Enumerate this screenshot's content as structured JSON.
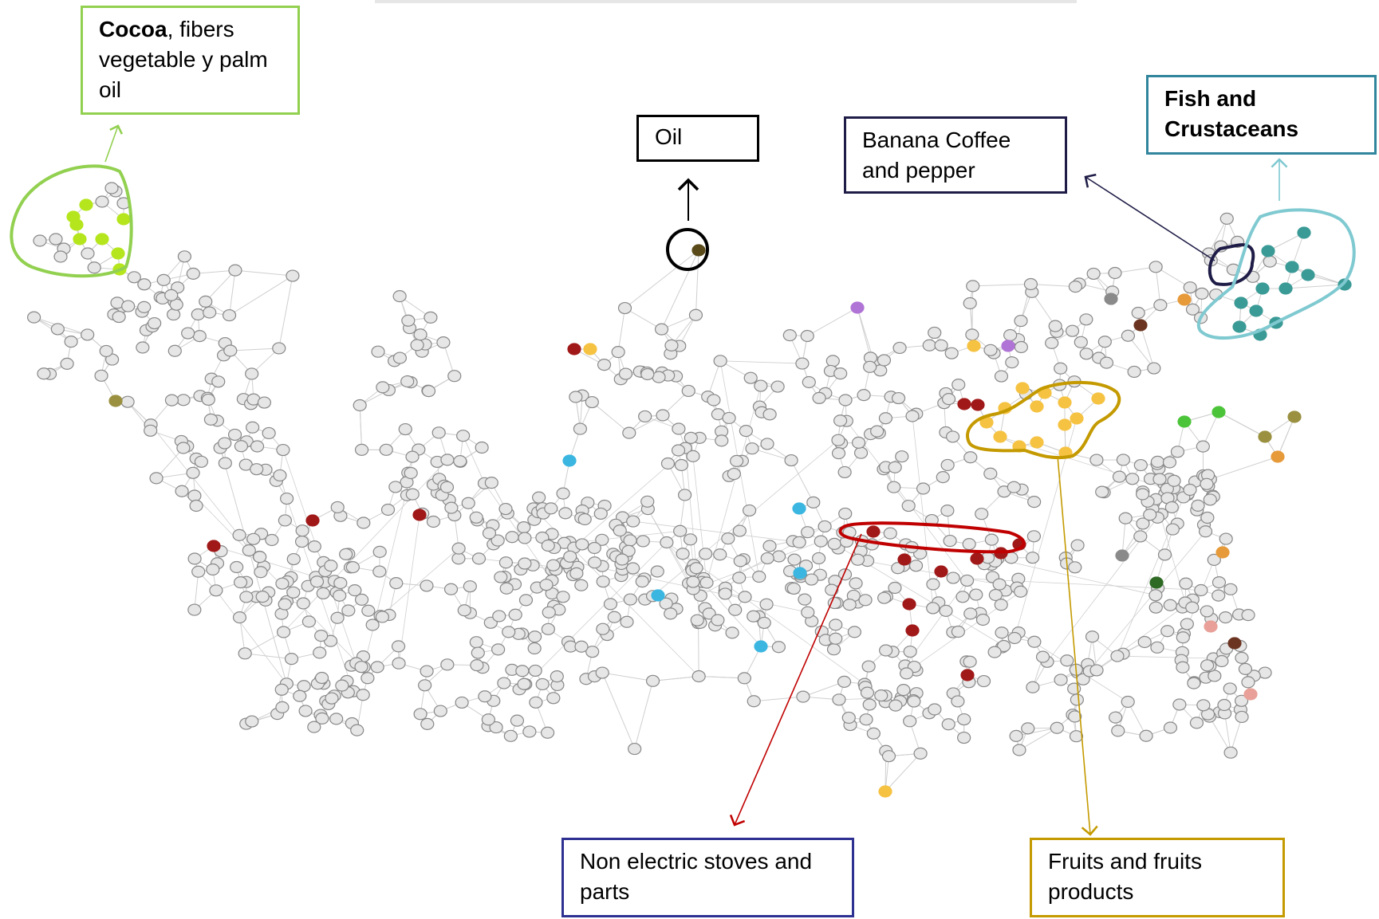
{
  "labels": {
    "cocoa_bold": "Cocoa",
    "cocoa_rest": ", fibers vegetable y palm oil",
    "oil": "Oil",
    "banana": "Banana Coffee and pepper",
    "fish": "Fish and Crustaceans",
    "stoves": "Non electric stoves and parts",
    "fruits": "Fruits and fruits products"
  },
  "colors": {
    "node_fill": "#e6e6e6",
    "node_stroke": "#888888",
    "edge": "#cfcfcf",
    "cocoa": "#92d050",
    "cocoa_node": "#b5e61d",
    "oil": "#000000",
    "oil_node": "#5a4a1a",
    "banana": "#1f1d47",
    "fish": "#7fc9d1",
    "fish_node": "#3a9a96",
    "stoves": "#c00000",
    "stoves_node": "#a01818",
    "fruits": "#c49a00",
    "fruits_node": "#f5c242",
    "cyan_node": "#3bb6e0",
    "purple_node": "#b073d6",
    "orange_node": "#e69a3a",
    "olive_node": "#9a9040",
    "brown_node": "#6b3420",
    "green_node": "#4cc43a",
    "darkgreen_node": "#2e6a24",
    "gray_node": "#8a8a8a",
    "pink_node": "#e8a098"
  }
}
